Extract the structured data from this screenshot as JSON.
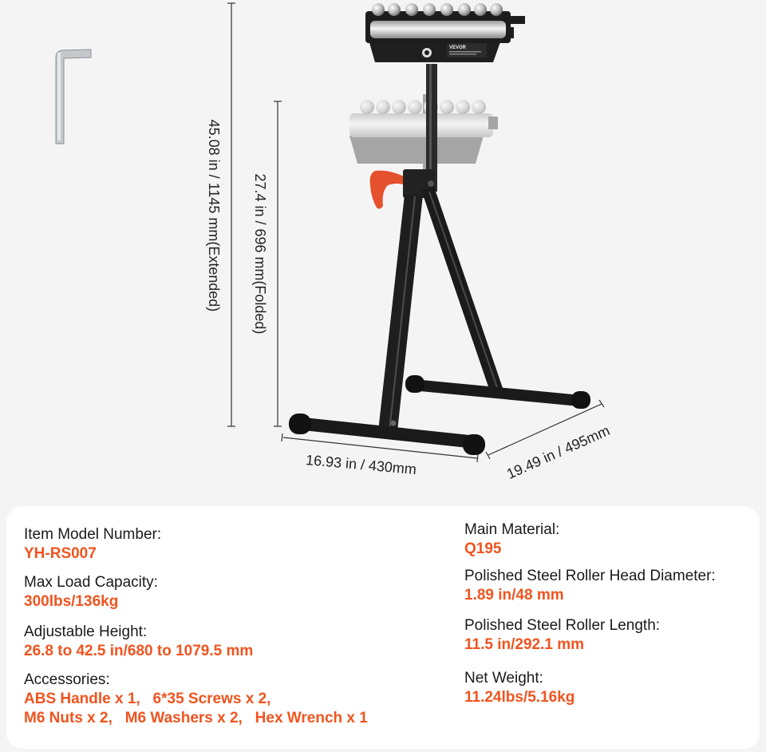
{
  "dimensions": {
    "extended_height": "45.08 in / 1145 mm(Extended)",
    "folded_height": "27.4 in / 696 mm(Folded)",
    "width": "16.93 in / 430mm",
    "depth": "19.49 in / 495mm"
  },
  "product": {
    "brand": "VEVOR"
  },
  "colors": {
    "accent": "#f0541f",
    "handle": "#e5502d",
    "frame": "#1d1d1d"
  },
  "specs": {
    "left": [
      {
        "label": "Item Model Number:",
        "value": [
          "YH-RS007"
        ]
      },
      {
        "label": "Max Load Capacity:",
        "value": [
          "300lbs/136kg"
        ]
      },
      {
        "label": "Adjustable Height:",
        "value": [
          "26.8 to 42.5 in/680 to 1079.5 mm"
        ]
      },
      {
        "label": "Accessories:",
        "value": [
          "ABS Handle x 1,   6*35 Screws x 2,",
          "M6 Nuts x 2,   M6 Washers x 2,   Hex Wrench x 1"
        ]
      }
    ],
    "right": [
      {
        "label": "Main Material:",
        "value": [
          "Q195"
        ]
      },
      {
        "label": "Polished Steel Roller Head Diameter:",
        "value": [
          "1.89 in/48 mm"
        ]
      },
      {
        "label": "Polished Steel Roller Length:",
        "value": [
          "11.5 in/292.1 mm"
        ]
      },
      {
        "label": "Net Weight:",
        "value": [
          "11.24lbs/5.16kg"
        ]
      }
    ]
  }
}
